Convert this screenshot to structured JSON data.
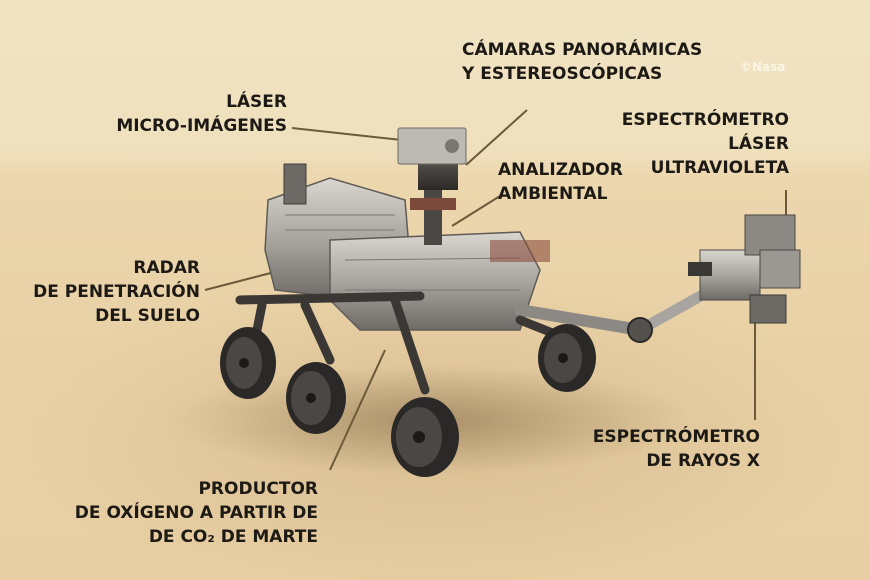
{
  "watermark": "©Nasa",
  "labels": {
    "camaras": {
      "line1": "CÁMARAS PANORÁMICAS",
      "line2": "Y ESTEREOSCÓPICAS"
    },
    "laser_micro": {
      "line1": "LÁSER",
      "line2": "MICRO-IMÁGENES"
    },
    "espectrometro_uv": {
      "line1": "ESPECTRÓMETRO",
      "line2": "LÁSER",
      "line3": "ULTRAVIOLETA"
    },
    "analizador": {
      "line1": "ANALIZADOR",
      "line2": "AMBIENTAL"
    },
    "radar": {
      "line1": "RADAR",
      "line2": "DE PENETRACIÓN",
      "line3": "DEL SUELO"
    },
    "espectrometro_x": {
      "line1": "ESPECTRÓMETRO",
      "line2": "DE RAYOS X"
    },
    "productor": {
      "line1": "PRODUCTOR",
      "line2": "DE OXÍGENO A PARTIR DE",
      "line3": "DE CO₂ DE MARTE"
    }
  },
  "colors": {
    "background_top": "#f1e4c3",
    "background_bottom": "#e7cfa3",
    "label_text": "#1d1a16",
    "leader_line": "#6b5a3a"
  }
}
